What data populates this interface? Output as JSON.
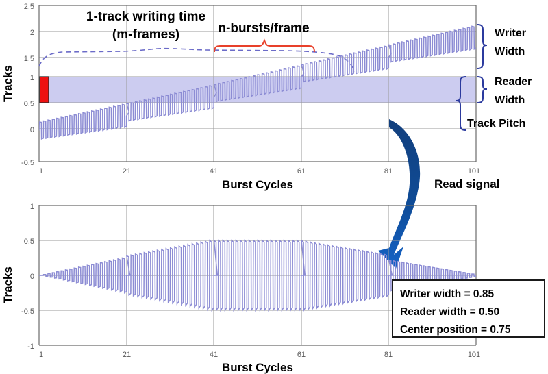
{
  "figure": {
    "title": "",
    "accent_wave": "#8c8cd4",
    "accent_wave_dark": "#3b3b9e",
    "band_fill": "#ccccf0",
    "band_stroke": "#b4b4e6",
    "brace_color": "#2b3a9e",
    "red_marker": "#ee1111",
    "red_brace": "#e8402a",
    "dashed_color": "#6b6bc8",
    "arrow_color": "#11519e",
    "grid": "#9a9a9a",
    "tick_text": "#595959"
  },
  "upper": {
    "ylabel": "Tracks",
    "xlabel": "Burst Cycles",
    "yticks": [
      "2.5",
      "2",
      "1.5",
      "1",
      "0.5",
      "0",
      "-0.5"
    ],
    "ytick_values": [
      2.5,
      2,
      1.5,
      1,
      0.5,
      0,
      -0.5
    ],
    "xticks": [
      "1",
      "21",
      "41",
      "61",
      "81",
      "101"
    ],
    "xtick_values": [
      1,
      21,
      41,
      61,
      81,
      101
    ],
    "annotations": [
      {
        "name": "writing-time",
        "line1": "1-track writing time",
        "line2": "(m-frames)"
      },
      {
        "name": "bursts-per-frame",
        "line1": "n-bursts/frame",
        "line2": ""
      }
    ],
    "braces": [
      {
        "name": "writer-width",
        "line1": "Writer",
        "line2": "Width"
      },
      {
        "name": "reader-width",
        "line1": "Reader",
        "line2": "Width"
      },
      {
        "name": "track-pitch",
        "line1": "Track Pitch",
        "line2": ""
      }
    ]
  },
  "lower": {
    "ylabel": "Tracks",
    "xlabel": "Burst Cycles",
    "yticks": [
      "1",
      "0.5",
      "0",
      "-0.5",
      "-1"
    ],
    "ytick_values": [
      1,
      0.5,
      0,
      -0.5,
      -1
    ],
    "xticks": [
      "1",
      "21",
      "41",
      "61",
      "81",
      "101"
    ],
    "xtick_values": [
      1,
      21,
      41,
      61,
      81,
      101
    ]
  },
  "arrow_label": {
    "text": "Read signal"
  },
  "params_box": {
    "lines": [
      "Writer width  = 0.85",
      "Reader width = 0.50",
      "Center position = 0.75"
    ]
  },
  "chart_data": {
    "type": "line",
    "charts": [
      {
        "name": "written-track-profile",
        "title": "",
        "xlabel": "Burst Cycles",
        "ylabel": "Tracks",
        "xlim": [
          1,
          101
        ],
        "ylim": [
          -0.5,
          2.5
        ],
        "xticks": [
          1,
          21,
          41,
          61,
          81,
          101
        ],
        "yticks": [
          -0.5,
          0,
          0.5,
          1,
          1.5,
          2,
          2.5
        ],
        "grid": true,
        "legend": "none",
        "description": "Oscillating written-track position ramping upward across 5 frames of 20 burst cycles each; each frame steps up by about 0.25 tracks.",
        "series": [
          {
            "name": "write-waveform",
            "color": "#8c8cd4",
            "frames": 5,
            "bursts_per_frame": 20,
            "frame_start_center": [
              0.1,
              0.45,
              0.82,
              1.2,
              1.58
            ],
            "frame_end_center": [
              0.38,
              0.74,
              1.12,
              1.5,
              1.88
            ],
            "oscillation_amplitude": 0.22
          },
          {
            "name": "writer-top-envelope-dashed",
            "color": "#6b6bc8",
            "style": "dashed",
            "values": [
              1.42,
              1.55,
              1.58,
              1.58,
              1.59,
              1.6,
              1.59,
              1.58,
              1.57,
              1.5,
              1.2
            ]
          }
        ],
        "bands": [
          {
            "name": "reader-width-band",
            "y0": 0.5,
            "y1": 1.0,
            "color": "#ccccf0"
          }
        ],
        "markers": [
          {
            "name": "red-reader-marker",
            "x": 1,
            "y0": 0.5,
            "y1": 1.0,
            "color": "#ee1111"
          }
        ],
        "annotation_braces": [
          {
            "name": "n-bursts-frame-brace",
            "x0": 41,
            "x1": 61,
            "y": 1.62,
            "color": "#e8402a"
          },
          {
            "name": "writer-width-brace",
            "y0": 1.35,
            "y1": 2.1
          },
          {
            "name": "reader-width-brace",
            "y0": 0.5,
            "y1": 1.0
          },
          {
            "name": "track-pitch-brace",
            "y0": 0.0,
            "y1": 1.0
          }
        ]
      },
      {
        "name": "read-back-signal",
        "title": "",
        "xlabel": "Burst Cycles",
        "ylabel": "Tracks",
        "xlim": [
          1,
          101
        ],
        "ylim": [
          -1,
          1
        ],
        "xticks": [
          1,
          21,
          41,
          61,
          81,
          101
        ],
        "yticks": [
          -1,
          -0.5,
          0,
          0.5,
          1
        ],
        "grid": true,
        "legend": "none",
        "description": "Readback amplitude envelope rises from 0 to saturation at +/-0.5 near the middle frames and decays back to 0, forming a diamond/lens-shaped envelope.",
        "series": [
          {
            "name": "read-waveform",
            "color": "#8c8cd4",
            "frames": 5,
            "bursts_per_frame": 20,
            "envelope_start": [
              0.0,
              0.28,
              0.5,
              0.5,
              0.22
            ],
            "envelope_end": [
              0.25,
              0.5,
              0.5,
              0.3,
              0.02
            ]
          }
        ]
      }
    ]
  }
}
